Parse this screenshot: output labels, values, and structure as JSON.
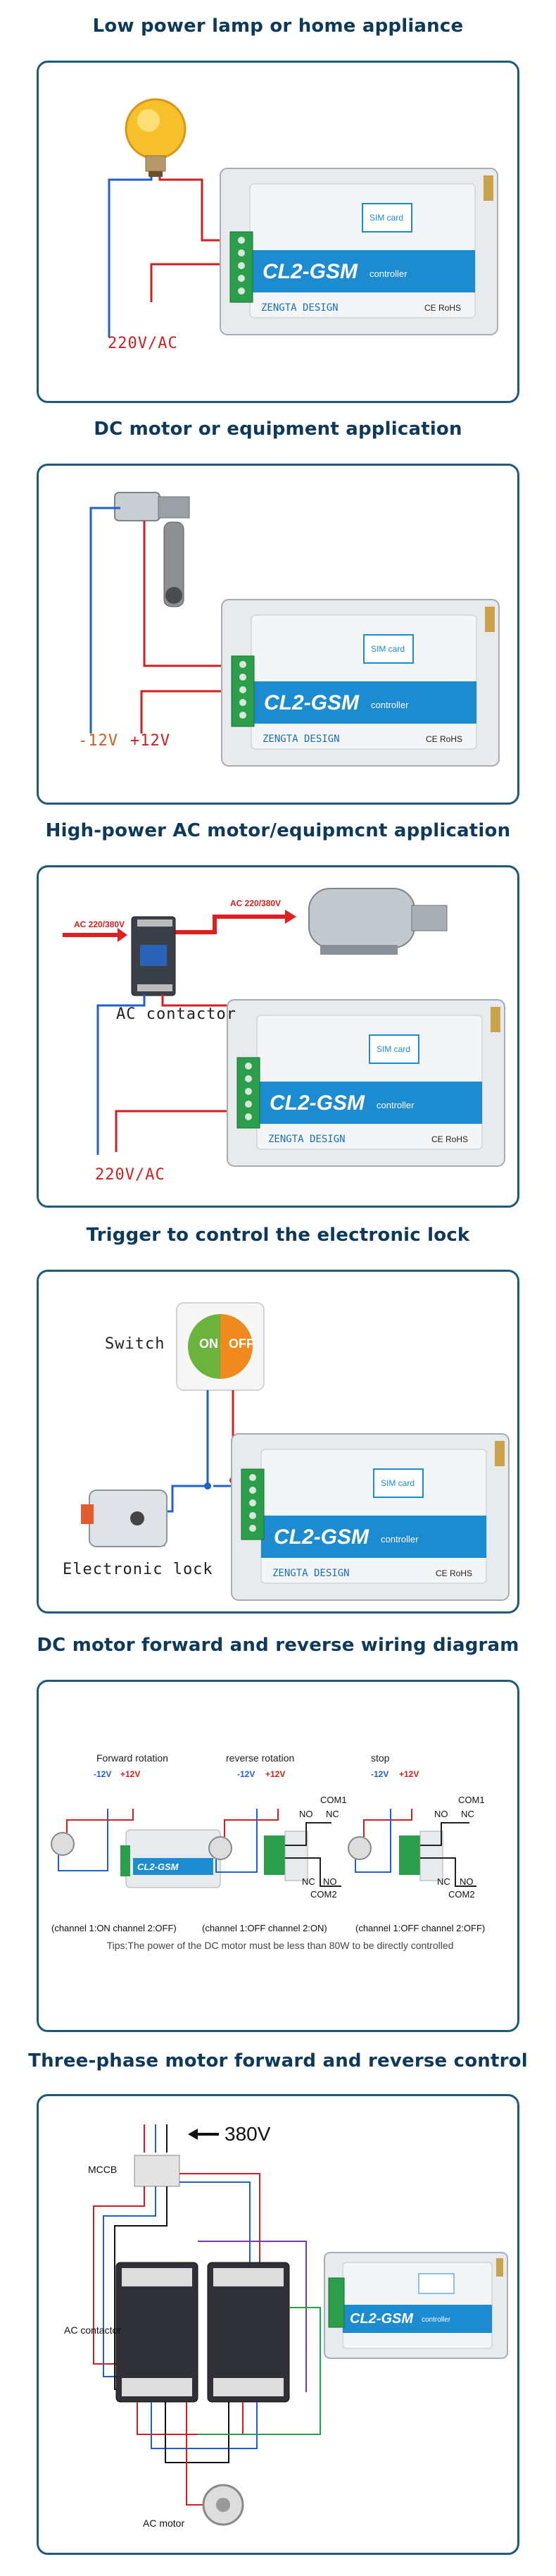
{
  "device": {
    "model": "CL2-GSM",
    "sub": "controller",
    "sim": "SIM card",
    "cert": "CE RoHS",
    "brand": "ZENGTA DESIGN"
  },
  "sections": [
    {
      "title": "Low power lamp or home appliance",
      "voltage": "220V/AC"
    },
    {
      "title": "DC motor or equipment application",
      "neg": "-12V",
      "pos": "+12V"
    },
    {
      "title": "High-power AC motor/equipmcnt application",
      "contactor": "AC contactor",
      "in_label": "AC 220/380V",
      "out_label": "AC 220/380V",
      "voltage": "220V/AC"
    },
    {
      "title": "Trigger to control the electronic lock",
      "switch": "Switch",
      "on": "ON",
      "off": "OFF",
      "lock": "Electronic lock"
    },
    {
      "title": "DC motor forward and reverse wiring diagram",
      "diagrams": [
        {
          "caption": "Forward rotation",
          "neg": "-12V",
          "pos": "+12V"
        },
        {
          "caption": "reverse rotation",
          "neg": "-12V",
          "pos": "+12V",
          "com1": "COM1",
          "no": "NO",
          "nc": "NC",
          "com2": "COM2"
        },
        {
          "caption": "stop",
          "neg": "-12V",
          "pos": "+12V",
          "com1": "COM1",
          "no": "NO",
          "nc": "NC",
          "com2": "COM2"
        }
      ],
      "states": [
        "(channel 1:ON   channel 2:OFF)",
        "(channel 1:OFF   channel 2:ON)",
        "(channel 1:OFF   channel 2:OFF)"
      ],
      "tip": "Tips:The power of the DC motor must be less than 80W to be directly controlled"
    },
    {
      "title": "Three-phase motor forward and reverse control",
      "supply": "380V",
      "mccb": "MCCB",
      "contactor": "AC contactor",
      "motor": "AC motor"
    }
  ]
}
